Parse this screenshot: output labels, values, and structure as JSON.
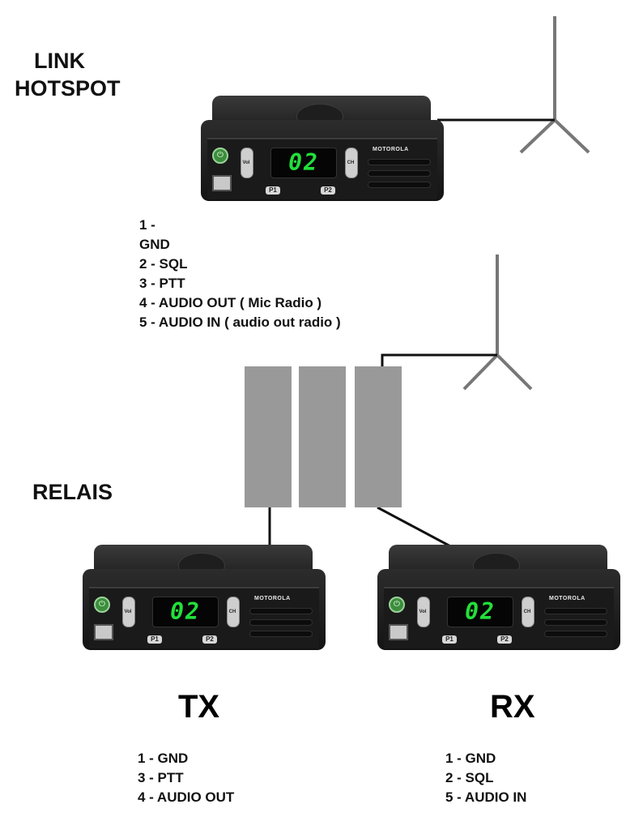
{
  "labels": {
    "link_title_line1": "LINK",
    "link_title_line2": "HOTSPOT",
    "relais_title": "RELAIS",
    "tx_title": "TX",
    "rx_title": "RX"
  },
  "radios": {
    "display_value": "02",
    "brand": "MOTOROLA",
    "p1": "P1",
    "p2": "P2",
    "vol": "Vol",
    "ch": "CH"
  },
  "link_pins": [
    "1 -",
    "GND",
    "2 - SQL",
    "3 - PTT",
    "4 - AUDIO OUT ( Mic Radio )",
    "5 - AUDIO IN ( audio out radio )"
  ],
  "tx_pins": [
    "1 - GND",
    "3 - PTT",
    "4 - AUDIO OUT"
  ],
  "rx_pins": [
    "1 - GND",
    "2 - SQL",
    "5 - AUDIO IN"
  ],
  "colors": {
    "display_green": "#22e03a",
    "filter_gray": "#999999",
    "antenna_gray": "#777777",
    "radio_body": "#1e1e1e"
  }
}
